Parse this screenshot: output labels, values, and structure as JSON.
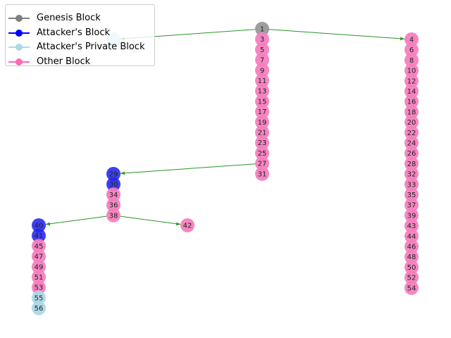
{
  "legend": [
    {
      "label": "Genesis Block",
      "color": "#808080"
    },
    {
      "label": "Attacker's Block",
      "color": "#0000ff"
    },
    {
      "label": "Attacker's Private Block",
      "color": "#add8e6"
    },
    {
      "label": "Other Block",
      "color": "#ff69b4"
    }
  ],
  "colors": {
    "genesis": "#999999",
    "attacker": "#2424ee",
    "private": "#add8e6",
    "other": "#f57fbf",
    "edge": "#2a942a"
  },
  "blocks": [
    {
      "id": "1",
      "type": "genesis"
    },
    {
      "id": "2",
      "type": "private"
    },
    {
      "id": "3",
      "type": "other"
    },
    {
      "id": "5",
      "type": "other"
    },
    {
      "id": "7",
      "type": "other"
    },
    {
      "id": "9",
      "type": "other"
    },
    {
      "id": "11",
      "type": "other"
    },
    {
      "id": "13",
      "type": "other"
    },
    {
      "id": "15",
      "type": "other"
    },
    {
      "id": "17",
      "type": "other"
    },
    {
      "id": "19",
      "type": "other"
    },
    {
      "id": "21",
      "type": "other"
    },
    {
      "id": "23",
      "type": "other"
    },
    {
      "id": "25",
      "type": "other"
    },
    {
      "id": "27",
      "type": "other"
    },
    {
      "id": "31",
      "type": "other"
    },
    {
      "id": "4",
      "type": "other"
    },
    {
      "id": "6",
      "type": "other"
    },
    {
      "id": "8",
      "type": "other"
    },
    {
      "id": "10",
      "type": "other"
    },
    {
      "id": "12",
      "type": "other"
    },
    {
      "id": "14",
      "type": "other"
    },
    {
      "id": "16",
      "type": "other"
    },
    {
      "id": "18",
      "type": "other"
    },
    {
      "id": "20",
      "type": "other"
    },
    {
      "id": "22",
      "type": "other"
    },
    {
      "id": "24",
      "type": "other"
    },
    {
      "id": "26",
      "type": "other"
    },
    {
      "id": "28",
      "type": "other"
    },
    {
      "id": "32",
      "type": "other"
    },
    {
      "id": "33",
      "type": "other"
    },
    {
      "id": "35",
      "type": "other"
    },
    {
      "id": "37",
      "type": "other"
    },
    {
      "id": "39",
      "type": "other"
    },
    {
      "id": "43",
      "type": "other"
    },
    {
      "id": "44",
      "type": "other"
    },
    {
      "id": "46",
      "type": "other"
    },
    {
      "id": "48",
      "type": "other"
    },
    {
      "id": "50",
      "type": "other"
    },
    {
      "id": "52",
      "type": "other"
    },
    {
      "id": "54",
      "type": "other"
    },
    {
      "id": "29",
      "type": "attacker"
    },
    {
      "id": "30",
      "type": "attacker"
    },
    {
      "id": "34",
      "type": "other"
    },
    {
      "id": "36",
      "type": "other"
    },
    {
      "id": "38",
      "type": "other"
    },
    {
      "id": "42",
      "type": "other"
    },
    {
      "id": "40",
      "type": "attacker"
    },
    {
      "id": "41",
      "type": "attacker"
    },
    {
      "id": "45",
      "type": "other"
    },
    {
      "id": "47",
      "type": "other"
    },
    {
      "id": "49",
      "type": "other"
    },
    {
      "id": "51",
      "type": "other"
    },
    {
      "id": "53",
      "type": "other"
    },
    {
      "id": "55",
      "type": "private"
    },
    {
      "id": "56",
      "type": "private"
    }
  ],
  "edges": [
    [
      "1",
      "2"
    ],
    [
      "1",
      "4"
    ],
    [
      "27",
      "29"
    ],
    [
      "38",
      "40"
    ],
    [
      "38",
      "42"
    ]
  ]
}
